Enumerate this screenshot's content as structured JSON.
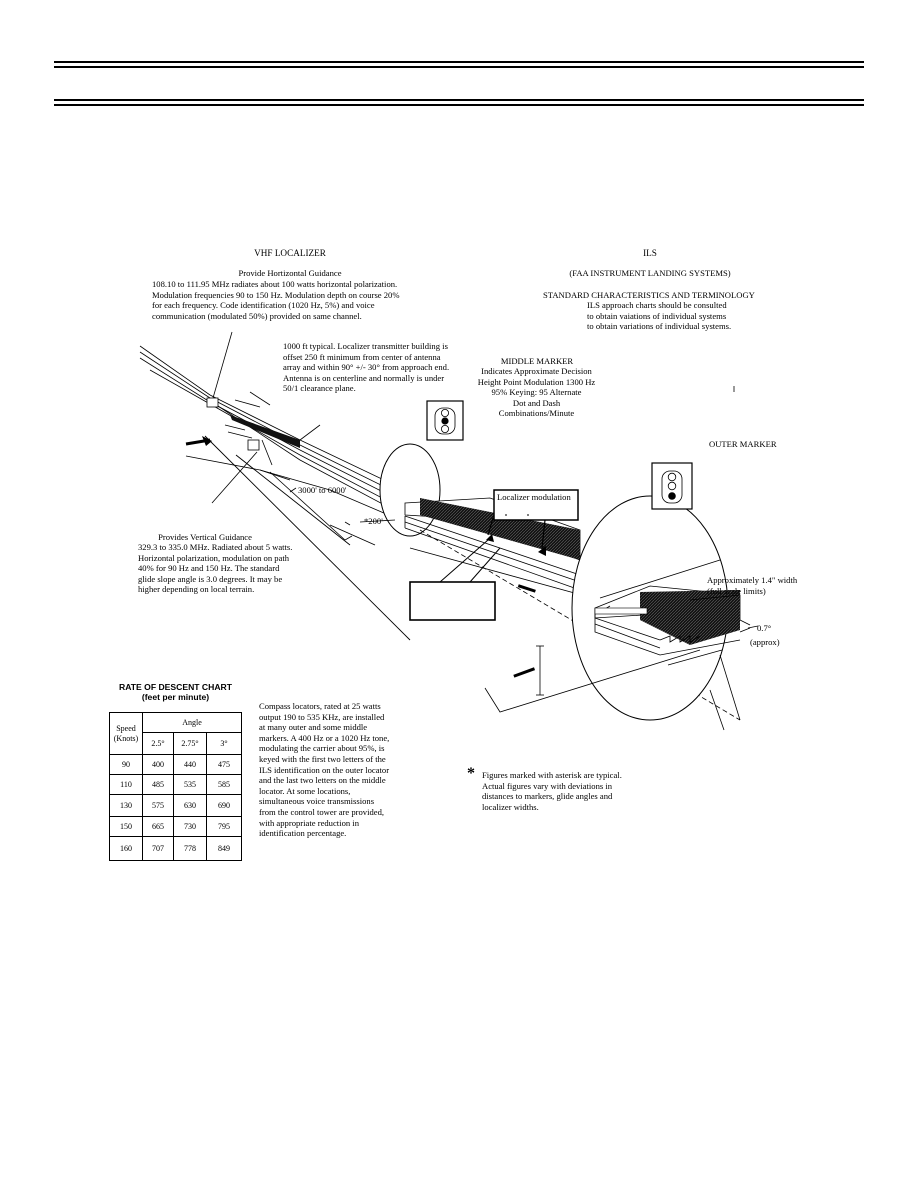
{
  "localizer": {
    "title": "VHF LOCALIZER",
    "subtitle": "Provide Hortizontal Guidance",
    "body": "108.10 to 111.95 MHz radiates about 100 watts horizontal polarization.\nModulation frequencies 90 to 150 Hz. Modulation depth on course 20%\nfor each frequency. Code identification (1020 Hz, 5%) and voice\ncommunication (modulated 50%) provided on same channel."
  },
  "ils": {
    "title": "ILS",
    "subtitle": "(FAA INSTRUMENT LANDING SYSTEMS)",
    "standard_heading": "STANDARD CHARACTERISTICS AND TERMINOLOGY",
    "standard_body": "ILS approach charts should be consulted\nto obtain vaiations of individual systems\nto obtain variations of individual systems."
  },
  "transmitter_note": "1000 ft typical. Localizer transmitter building is\noffset 250 ft minimum from center of antenna\narray and within 90° +/- 30° from approach end.\nAntenna is on centerline and normally is under\n50/1 clearance plane.",
  "middle_marker": {
    "title": "MIDDLE MARKER",
    "body": "Indicates Approximate Decision\nHeight Point Modulation 1300 Hz\n95% Keying: 95 Alternate\nDot and Dash\nCombinations/Minute"
  },
  "outer_marker": {
    "title": "OUTER MARKER"
  },
  "distance_label": "3000' to 6000'",
  "offset_label": "*200'",
  "localizer_modulation_label": "Localizer modulation",
  "glide_slope": {
    "title": "Provides Vertical Guidance",
    "body": "329.3 to 335.0 MHz. Radiated about 5 watts.\nHorizontal polarization, modulation on path\n40% for 90 Hz and 150 Hz. The standard\nglide slope angle is 3.0 degrees. It may be\nhigher depending on local terrain."
  },
  "width_note": "Approximately 1.4\" width\n(full scale limits)",
  "angle_note": "0.7°",
  "angle_approx": "(approx)",
  "descent_chart": {
    "title": "RATE OF DESCENT CHART",
    "subtitle": "(feet per minute)",
    "angle_header": "Angle",
    "speed_header": "Speed\n(Knots)",
    "angles": [
      "2.5°",
      "2.75°",
      "3°"
    ],
    "rows": [
      {
        "speed": "90",
        "values": [
          "400",
          "440",
          "475"
        ]
      },
      {
        "speed": "110",
        "values": [
          "485",
          "535",
          "585"
        ]
      },
      {
        "speed": "130",
        "values": [
          "575",
          "630",
          "690"
        ]
      },
      {
        "speed": "150",
        "values": [
          "665",
          "730",
          "795"
        ]
      },
      {
        "speed": "160",
        "values": [
          "707",
          "778",
          "849"
        ]
      }
    ]
  },
  "compass_locators": "Compass locators, rated at 25 watts\noutput 190  to 535 KHz, are installed\nat many outer and some middle\nmarkers. A 400 Hz or a 1020 Hz tone,\nmodulating the carrier about 95%, is\nkeyed with the first two letters of the\nILS identification on the outer locator\nand the last two letters on the middle\nlocator.  At some locations,\nsimultaneous voice transmissions\nfrom the control tower are provided,\nwith appropriate reduction in\nidentification percentage.",
  "footnote": {
    "asterisk": "*",
    "text": "Figures marked with asterisk are typical.\nActual figures vary with deviations in\ndistances to markers, glide angles and\nlocalizer widths."
  }
}
